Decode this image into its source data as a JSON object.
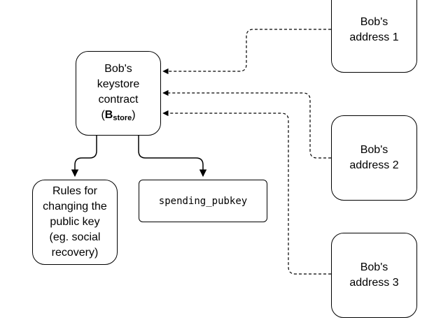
{
  "diagram": {
    "keystore": {
      "line1": "Bob's",
      "line2": "keystore",
      "line3": "contract",
      "paren_open": "(",
      "symbol": "B",
      "subscript": "store",
      "paren_close": ")"
    },
    "rules": {
      "line1": "Rules for",
      "line2": "changing the",
      "line3": "public key",
      "line4": "(eg. social",
      "line5": "recovery)"
    },
    "pubkey": {
      "label": "spending_pubkey"
    },
    "address1": {
      "line1": "Bob's",
      "line2": "address 1"
    },
    "address2": {
      "line1": "Bob's",
      "line2": "address 2"
    },
    "address3": {
      "line1": "Bob's",
      "line2": "address 3"
    }
  }
}
